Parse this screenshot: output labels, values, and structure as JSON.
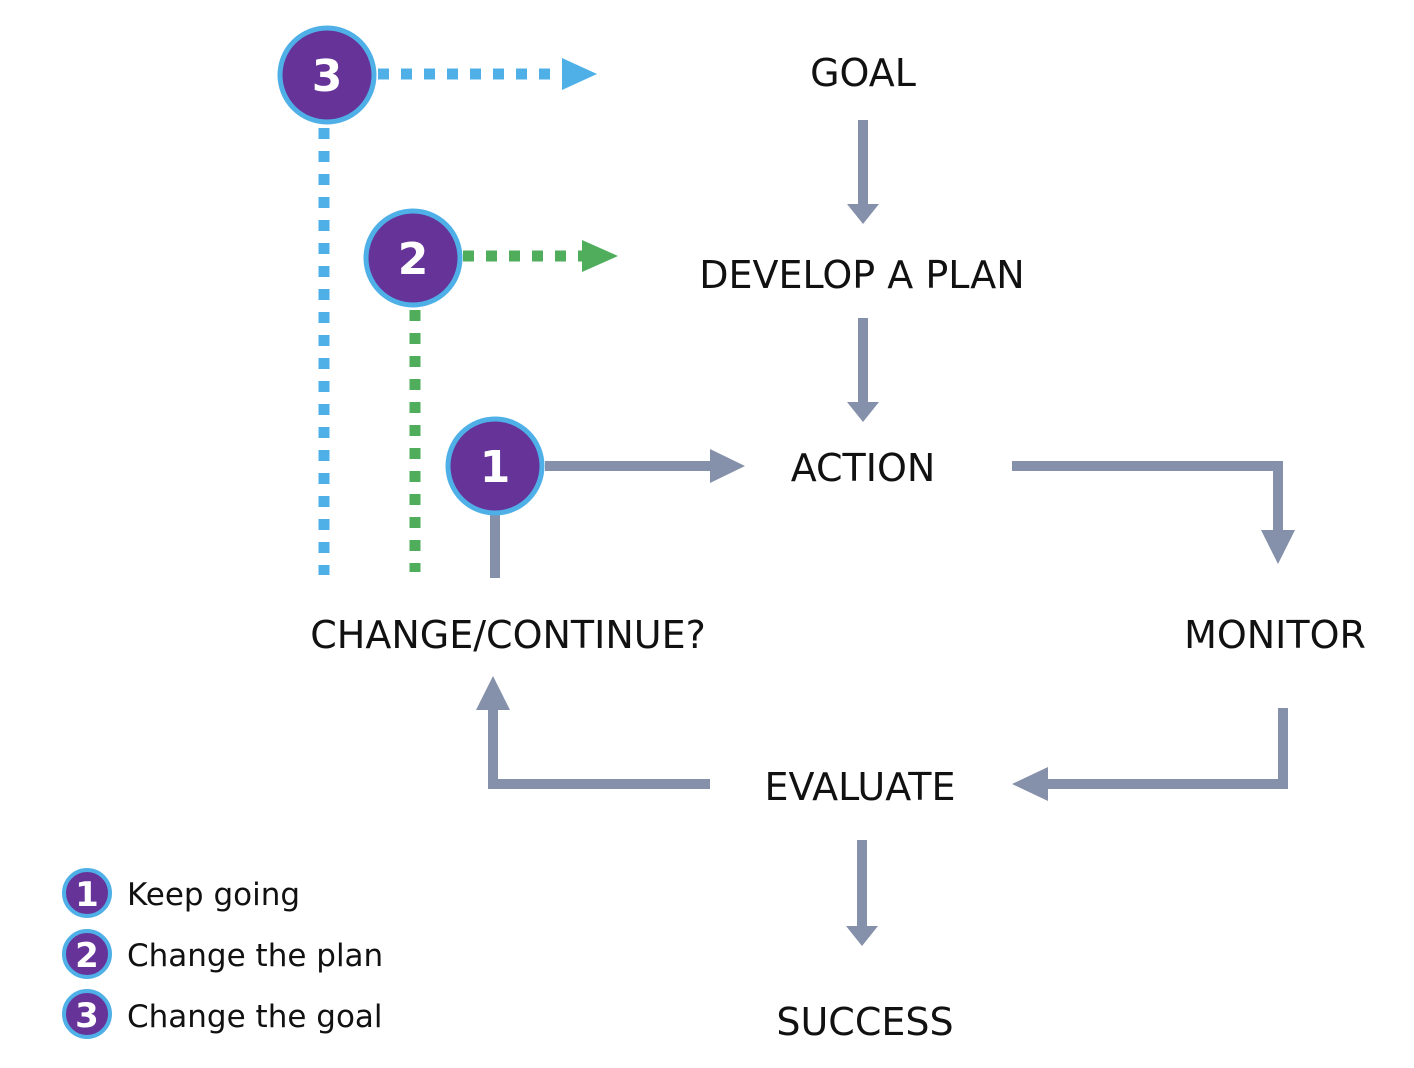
{
  "colors": {
    "arrow": "#8590aa",
    "purple": "#663399",
    "blue": "#4fb0e8",
    "green": "#4fad5b"
  },
  "steps": {
    "goal": "GOAL",
    "plan": "DEVELOP A PLAN",
    "action": "ACTION",
    "monitor": "MONITOR",
    "evaluate": "EVALUATE",
    "change": "CHANGE/CONTINUE?",
    "success": "SUCCESS"
  },
  "markers": [
    "1",
    "2",
    "3"
  ],
  "legend": [
    {
      "num": "1",
      "label": "Keep going"
    },
    {
      "num": "2",
      "label": "Change the plan"
    },
    {
      "num": "3",
      "label": "Change the goal"
    }
  ]
}
